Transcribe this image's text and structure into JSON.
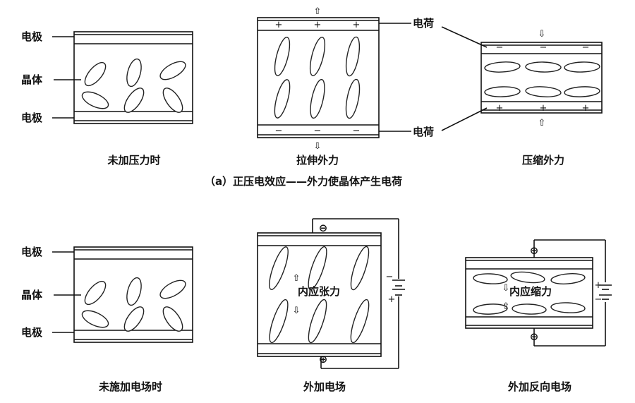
{
  "top": {
    "electrode_label": "电极",
    "crystal_label": "晶体",
    "charge_label": "电荷",
    "captions": [
      "未加压力时",
      "拉伸外力",
      "压缩外力"
    ],
    "figure_caption": "（a）正压电效应——外力使晶体产生电荷",
    "plus": "+",
    "minus": "−"
  },
  "bottom": {
    "electrode_label": "电极",
    "crystal_label": "晶体",
    "captions": [
      "未施加电场时",
      "外加电场",
      "外加反向电场"
    ],
    "tension_label": "内应张力",
    "compression_label": "内应缩力",
    "plus": "+",
    "minus": "−",
    "plus_terminal": "⊕",
    "minus_terminal": "⊖"
  },
  "arrow_glyphs": {
    "up": "⇧",
    "down": "⇩"
  }
}
